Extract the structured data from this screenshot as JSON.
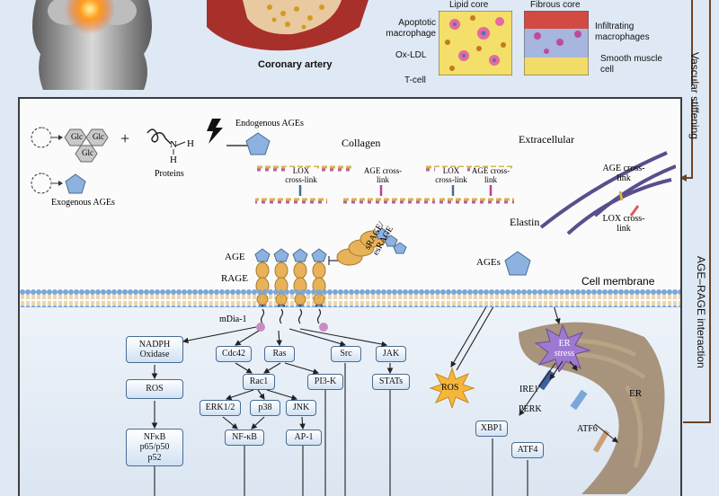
{
  "top": {
    "coronary_artery": "Coronary artery",
    "lipid_core_title": "Lipid core",
    "fibrous_core_title": "Fibrous core",
    "apoptotic_macrophage": "Apoptotic macrophage",
    "ox_ldl": "Ox-LDL",
    "t_cell": "T-cell",
    "infiltrating_macrophages": "Infiltrating macrophages",
    "smooth_muscle_cell": "Smooth muscle cell"
  },
  "side": {
    "vascular_stiffening": "Vascular stiffening",
    "age_rage_interaction": "AGE–RAGE interaction"
  },
  "extracellular": {
    "glc1": "Glc",
    "glc2": "Glc",
    "glc3": "Glc",
    "plus": "+",
    "n": "N",
    "h1": "H",
    "h2": "H",
    "proteins": "Proteins",
    "endogenous_ages": "Endogenous AGEs",
    "exogenous_ages": "Exogenous AGEs",
    "collagen": "Collagen",
    "extracellular": "Extracellular",
    "lox_crosslink_1": "LOX cross-link",
    "age_crosslink_1": "AGE cross-link",
    "lox_crosslink_2": "LOX cross-link",
    "age_crosslink_2": "AGE cross-link",
    "age_crosslink_elastin": "AGE cross-link",
    "lox_crosslink_elastin": "LOX cross-link",
    "elastin": "Elastin"
  },
  "membrane": {
    "age": "AGE",
    "rage": "RAGE",
    "srage": "sRAGE/ esRAGE",
    "ages": "AGEs",
    "cell_membrane": "Cell membrane",
    "mdia1": "mDia-1"
  },
  "signaling": {
    "nadph": "NADPH Oxidase",
    "ros_box": "ROS",
    "nfkb_p65": "NFκB p65/p50 p52",
    "cdc42": "Cdc42",
    "ras": "Ras",
    "src": "Src",
    "jak": "JAK",
    "rac1": "Rac1",
    "pi3k": "PI3-K",
    "stats": "STATs",
    "erk": "ERK1/2",
    "p38": "p38",
    "jnk": "JNK",
    "nfkb": "NF-κB",
    "ap1": "AP-1"
  },
  "er": {
    "ros_star": "ROS",
    "er_stress": "ER stress",
    "ire1": "IRE1",
    "perk": "PERK",
    "atf6": "ATF6",
    "xbp1": "XBP1",
    "atf4": "ATF4",
    "er_label": "ER"
  }
}
